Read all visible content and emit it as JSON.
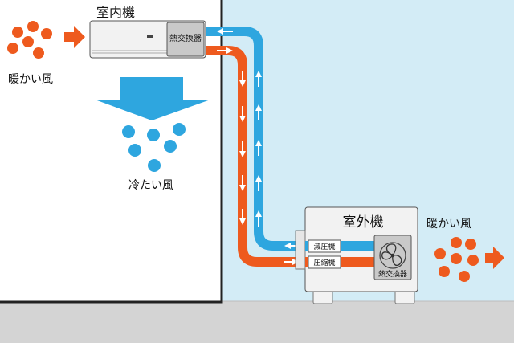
{
  "indoor_unit": {
    "title": "室内機",
    "heat_exchanger": "熱交換器"
  },
  "outdoor_unit": {
    "title": "室外機",
    "expansion_valve": "減圧機",
    "compressor": "圧縮機",
    "heat_exchanger": "熱交換器"
  },
  "labels": {
    "warm_air_left": "暖かい風",
    "warm_air_right": "暖かい風",
    "cold_air": "冷たい風"
  },
  "colors": {
    "outdoor_bg": "#d3ecf6",
    "ground": "#d4d4d4",
    "warm": "#ee5a1e",
    "cold": "#2ea6df",
    "unit_body": "#f2f2f2",
    "exchanger": "#c9c9c9"
  },
  "icons": {
    "fan": "fan-icon",
    "flow_arrow": "arrow-icon"
  }
}
